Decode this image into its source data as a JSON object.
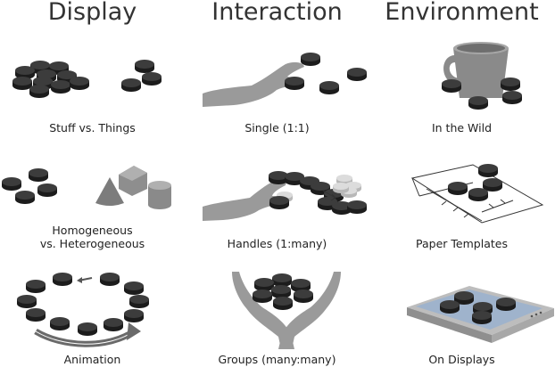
{
  "headings": {
    "display": "Display",
    "interaction": "Interaction",
    "environment": "Environment"
  },
  "captions": {
    "stuff_vs_things": "Stuff vs. Things",
    "single": "Single (1:1)",
    "in_the_wild": "In the Wild",
    "homogeneous": "Homogeneous",
    "vs_heterogeneous": "vs. Heterogeneous",
    "handles": "Handles (1:many)",
    "paper_templates": "Paper Templates",
    "animation": "Animation",
    "groups": "Groups (many:many)",
    "on_displays": "On Displays"
  },
  "colors": {
    "token_top": "#3a3a3a",
    "token_side": "#1c1c1c",
    "hand": "#9a9a9a",
    "shape_gray": "#8a8a8a",
    "display_screen": "#9fb3cc",
    "light_token": "#d4d4d4"
  }
}
